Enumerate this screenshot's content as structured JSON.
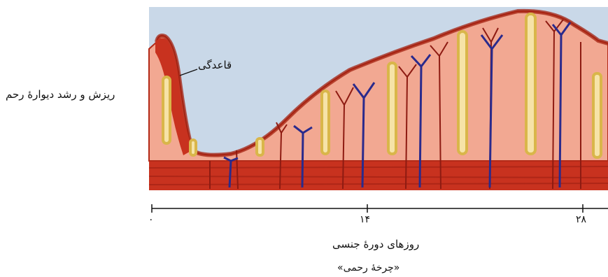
{
  "labels": {
    "left": "ریزش و رشد دیوارهٔ رحم",
    "callout": "قاعدگی",
    "axis_title": "روزهای دورهٔ جنسی",
    "axis_subtitle": "«چرخهٔ رحمی»"
  },
  "axis": {
    "ticks": [
      {
        "label": "۰",
        "day": 0
      },
      {
        "label": "۱۴",
        "day": 14
      },
      {
        "label": "۲۸",
        "day": 28
      }
    ]
  },
  "colors": {
    "sky": "#c9d8e8",
    "tissue": "#f2a892",
    "muscle": "#c8321f",
    "vessel_red": "#8e1b12",
    "vessel_blue": "#2a2a8c",
    "gland": "#d9b64a"
  }
}
